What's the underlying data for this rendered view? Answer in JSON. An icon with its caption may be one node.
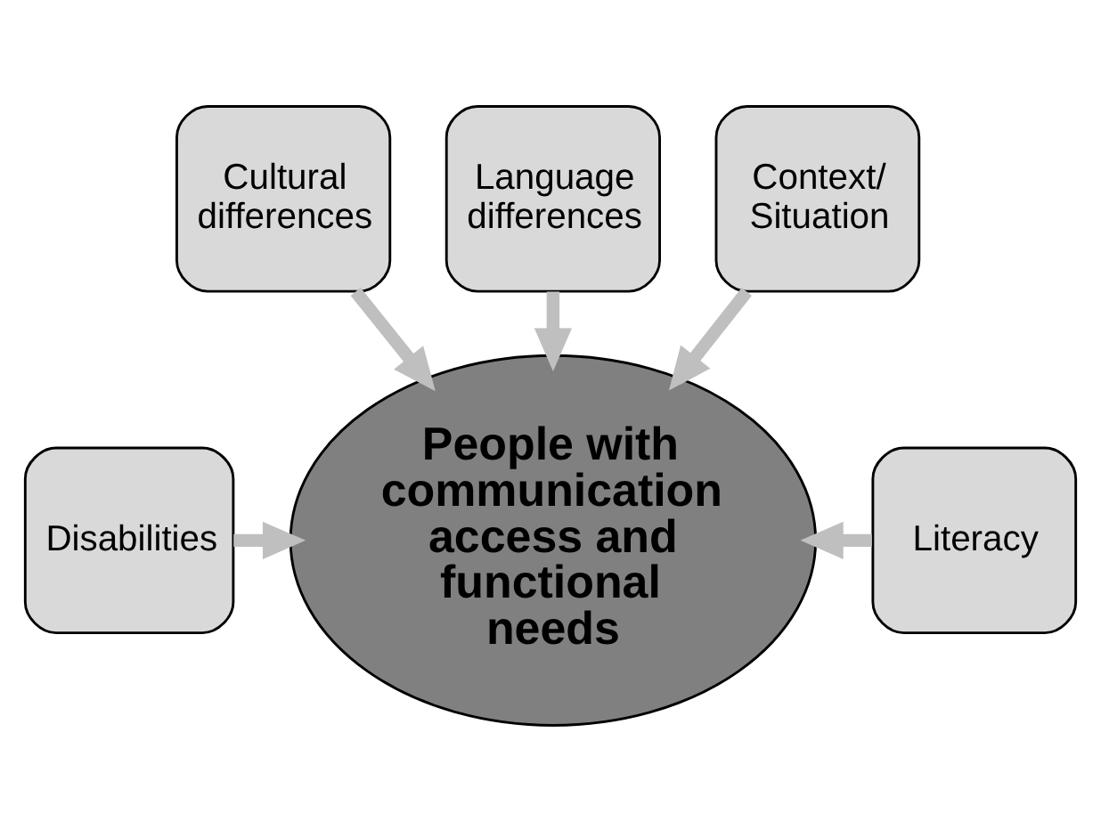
{
  "diagram": {
    "nodes": [
      {
        "text": [
          "Cultural differences"
        ]
      },
      {
        "text": [
          "Language differences"
        ]
      },
      {
        "text": [
          "Context/ Situation"
        ]
      },
      {
        "text": [
          "Disabilities"
        ]
      },
      {
        "text": [
          "People with communication access and functional needs"
        ]
      },
      {
        "text": [
          "Literacy"
        ]
      }
    ],
    "edges": [
      {
        "from": 0,
        "to": 4,
        "arrow": "to"
      },
      {
        "from": 1,
        "to": 4,
        "arrow": "to"
      },
      {
        "from": 2,
        "to": 4,
        "arrow": "to"
      },
      {
        "from": 3,
        "to": 4,
        "arrow": "to"
      },
      {
        "from": 5,
        "to": 4,
        "arrow": "to"
      }
    ]
  }
}
